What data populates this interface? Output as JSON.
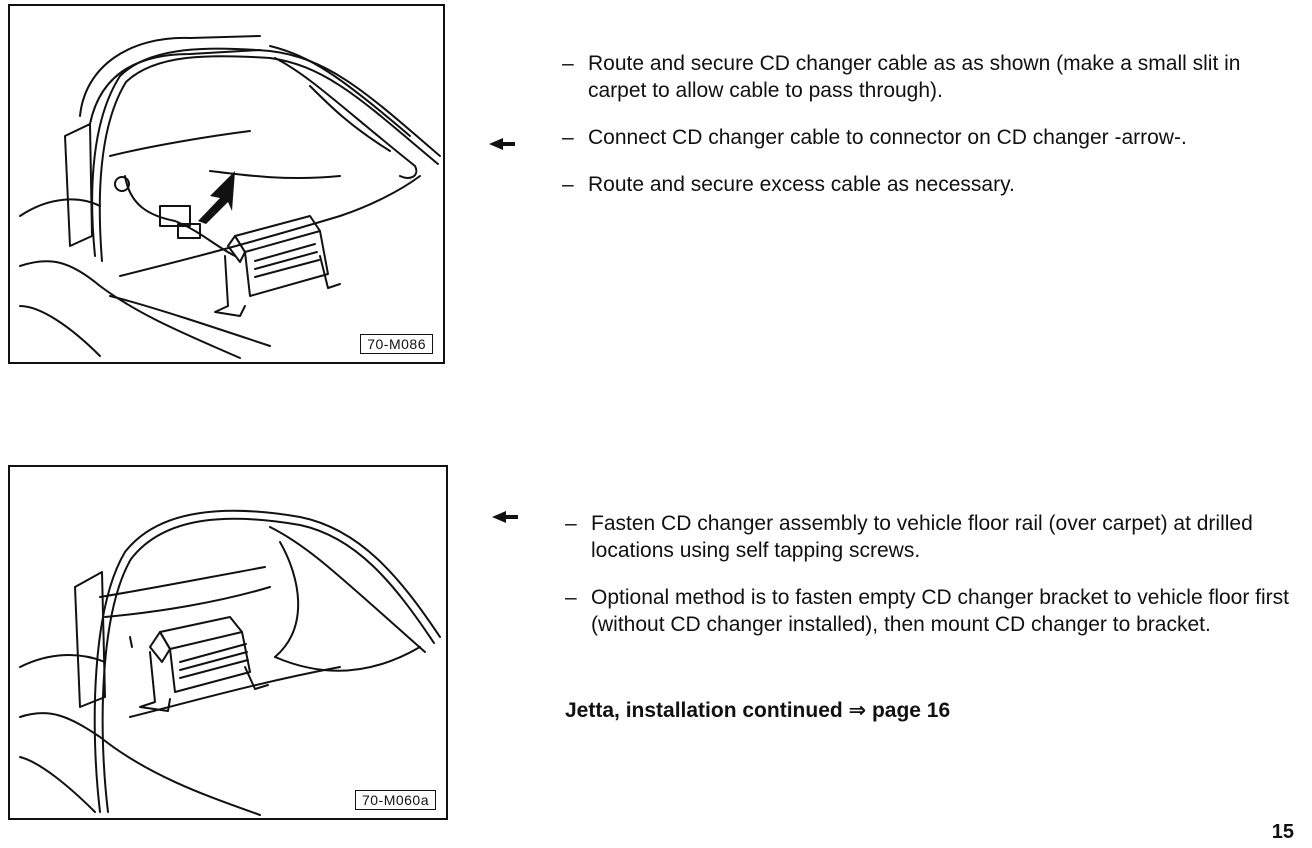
{
  "figures": [
    {
      "label": "70-M086"
    },
    {
      "label": "70-M060a"
    }
  ],
  "section1": {
    "steps": [
      {
        "dash": "–",
        "text": "Route and secure CD changer cable as as shown (make a small slit in carpet to allow cable to pass through)."
      },
      {
        "dash": "–",
        "text": "Connect CD changer cable to connector on CD changer -arrow-."
      },
      {
        "dash": "–",
        "text": "Route and secure excess cable as necessary."
      }
    ]
  },
  "section2": {
    "steps": [
      {
        "dash": "–",
        "text": "Fasten CD changer assembly to vehicle floor rail (over carpet) at drilled locations using self tapping screws."
      },
      {
        "dash": "–",
        "text": "Optional method is to fasten empty CD changer bracket to vehicle floor first (without CD changer installed), then mount CD changer to bracket."
      }
    ],
    "note": "Jetta, installation continued ⇒ page 16"
  },
  "page_number": "15",
  "icons": {
    "pointer": "pointer-arrow-icon"
  }
}
